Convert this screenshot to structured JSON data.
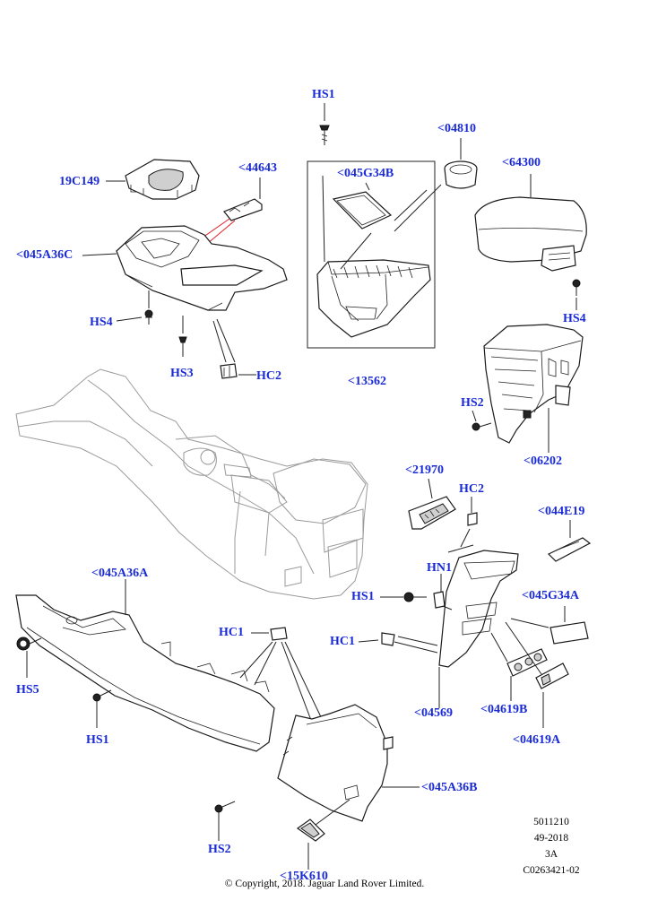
{
  "labels": {
    "hs1_top": "HS1",
    "c04810": "<04810",
    "c64300": "<64300",
    "c045G34B": "<045G34B",
    "c19C149": "19C149",
    "c44643": "<44643",
    "c045A36C": "<045A36C",
    "hs4_left": "HS4",
    "hs3": "HS3",
    "hc2_top": "HC2",
    "c13562": "<13562",
    "hs4_right": "HS4",
    "hs2_right": "HS2",
    "c06202": "<06202",
    "c21970": "<21970",
    "hc2_mid": "HC2",
    "c044E19": "<044E19",
    "c045A36A": "<045A36A",
    "hn1": "HN1",
    "hs1_mid": "HS1",
    "c045G34A": "<045G34A",
    "hc1_left": "HC1",
    "hc1_right": "HC1",
    "hs5": "HS5",
    "hs1_bottom": "HS1",
    "c04569": "<04569",
    "c04619B": "<04619B",
    "c04619A": "<04619A",
    "c045A36B": "<045A36B",
    "hs2_bottom": "HS2",
    "c15K610": "<15K610"
  },
  "reference": {
    "line1": "5011210",
    "line2": "49-2018",
    "line3": "3A",
    "line4": "C0263421-02"
  },
  "copyright": "© Copyright, 2018. Jaguar Land Rover Limited.",
  "colors": {
    "label": "#1a2bd6",
    "leader_highlight": "#e0202a"
  }
}
